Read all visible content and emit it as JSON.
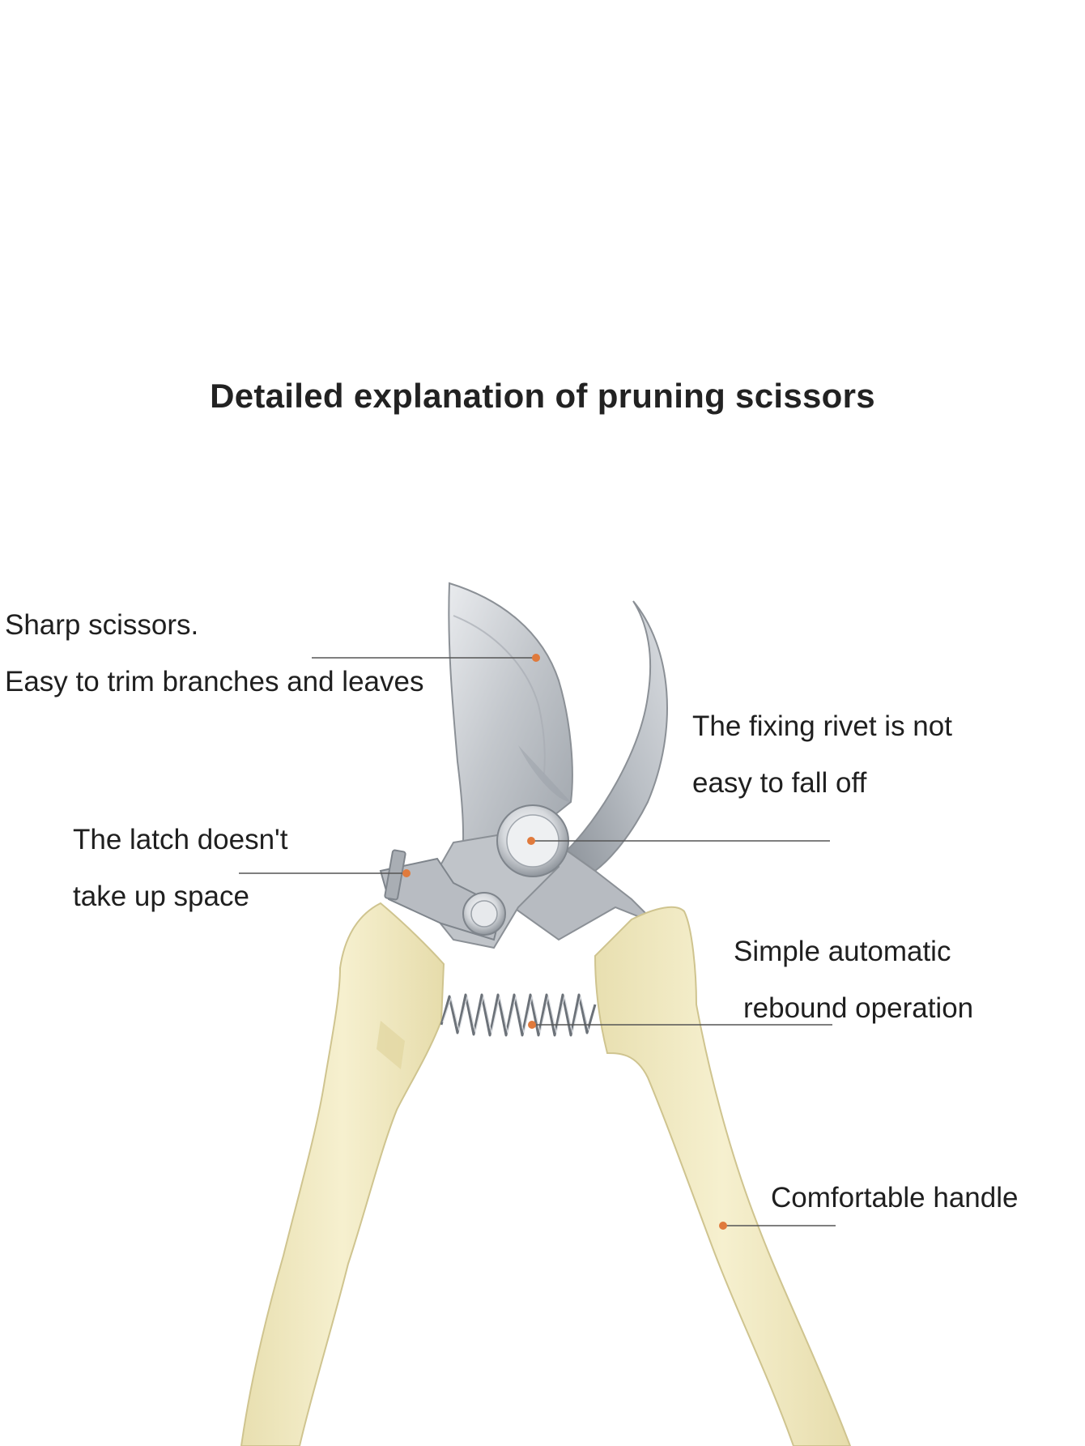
{
  "title": "Detailed explanation of pruning scissors",
  "callouts": {
    "blade": {
      "line1": "Sharp scissors.",
      "line2": "Easy to trim branches and leaves"
    },
    "rivet": {
      "line1": "The fixing rivet is not",
      "line2": "easy to fall off"
    },
    "latch": {
      "line1": "The latch doesn't",
      "line2": "take up space"
    },
    "spring": {
      "line1": "Simple automatic",
      "line2": "rebound operation"
    },
    "handle": {
      "line1": "Comfortable handle"
    }
  },
  "colors": {
    "background": "#ffffff",
    "text": "#1f1f1f",
    "handle": "#f2ebc4",
    "blade": "#c9ccd0",
    "callout_dot": "#e07a3c",
    "callout_line": "#555555"
  }
}
